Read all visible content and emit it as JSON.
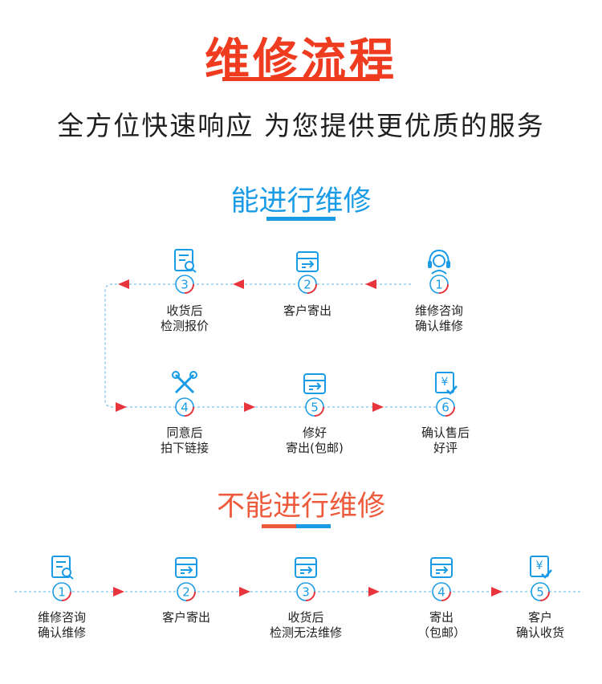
{
  "header": {
    "title": "维修流程",
    "subtitle": "全方位快速响应 为您提供更优质的服务"
  },
  "section_repairable": {
    "title": "能进行维修",
    "steps": [
      {
        "num": "1",
        "label": "维修咨询\n确认维修",
        "icon": "headset-icon"
      },
      {
        "num": "2",
        "label": "客户寄出",
        "icon": "box-icon"
      },
      {
        "num": "3",
        "label": "收货后\n检测报价",
        "icon": "document-search-icon"
      },
      {
        "num": "4",
        "label": "同意后\n拍下链接",
        "icon": "tools-icon"
      },
      {
        "num": "5",
        "label": "修好\n寄出(包邮)",
        "icon": "box-icon"
      },
      {
        "num": "6",
        "label": "确认售后\n好评",
        "icon": "yen-check-icon"
      }
    ]
  },
  "section_unrepairable": {
    "title": "不能进行维修",
    "steps": [
      {
        "num": "1",
        "label": "维修咨询\n确认维修",
        "icon": "document-search-icon"
      },
      {
        "num": "2",
        "label": "客户寄出",
        "icon": "box-icon"
      },
      {
        "num": "3",
        "label": "收货后\n检测无法维修",
        "icon": "box-icon"
      },
      {
        "num": "4",
        "label": "寄出\n（包邮）",
        "icon": "box-icon"
      },
      {
        "num": "5",
        "label": "客户\n确认收货",
        "icon": "yen-check-icon"
      }
    ]
  },
  "colors": {
    "accent_red": "#ef3b1f",
    "accent_blue": "#1a9be6",
    "arrow_red": "#e8343c",
    "dash_blue": "#7cc3ee"
  }
}
